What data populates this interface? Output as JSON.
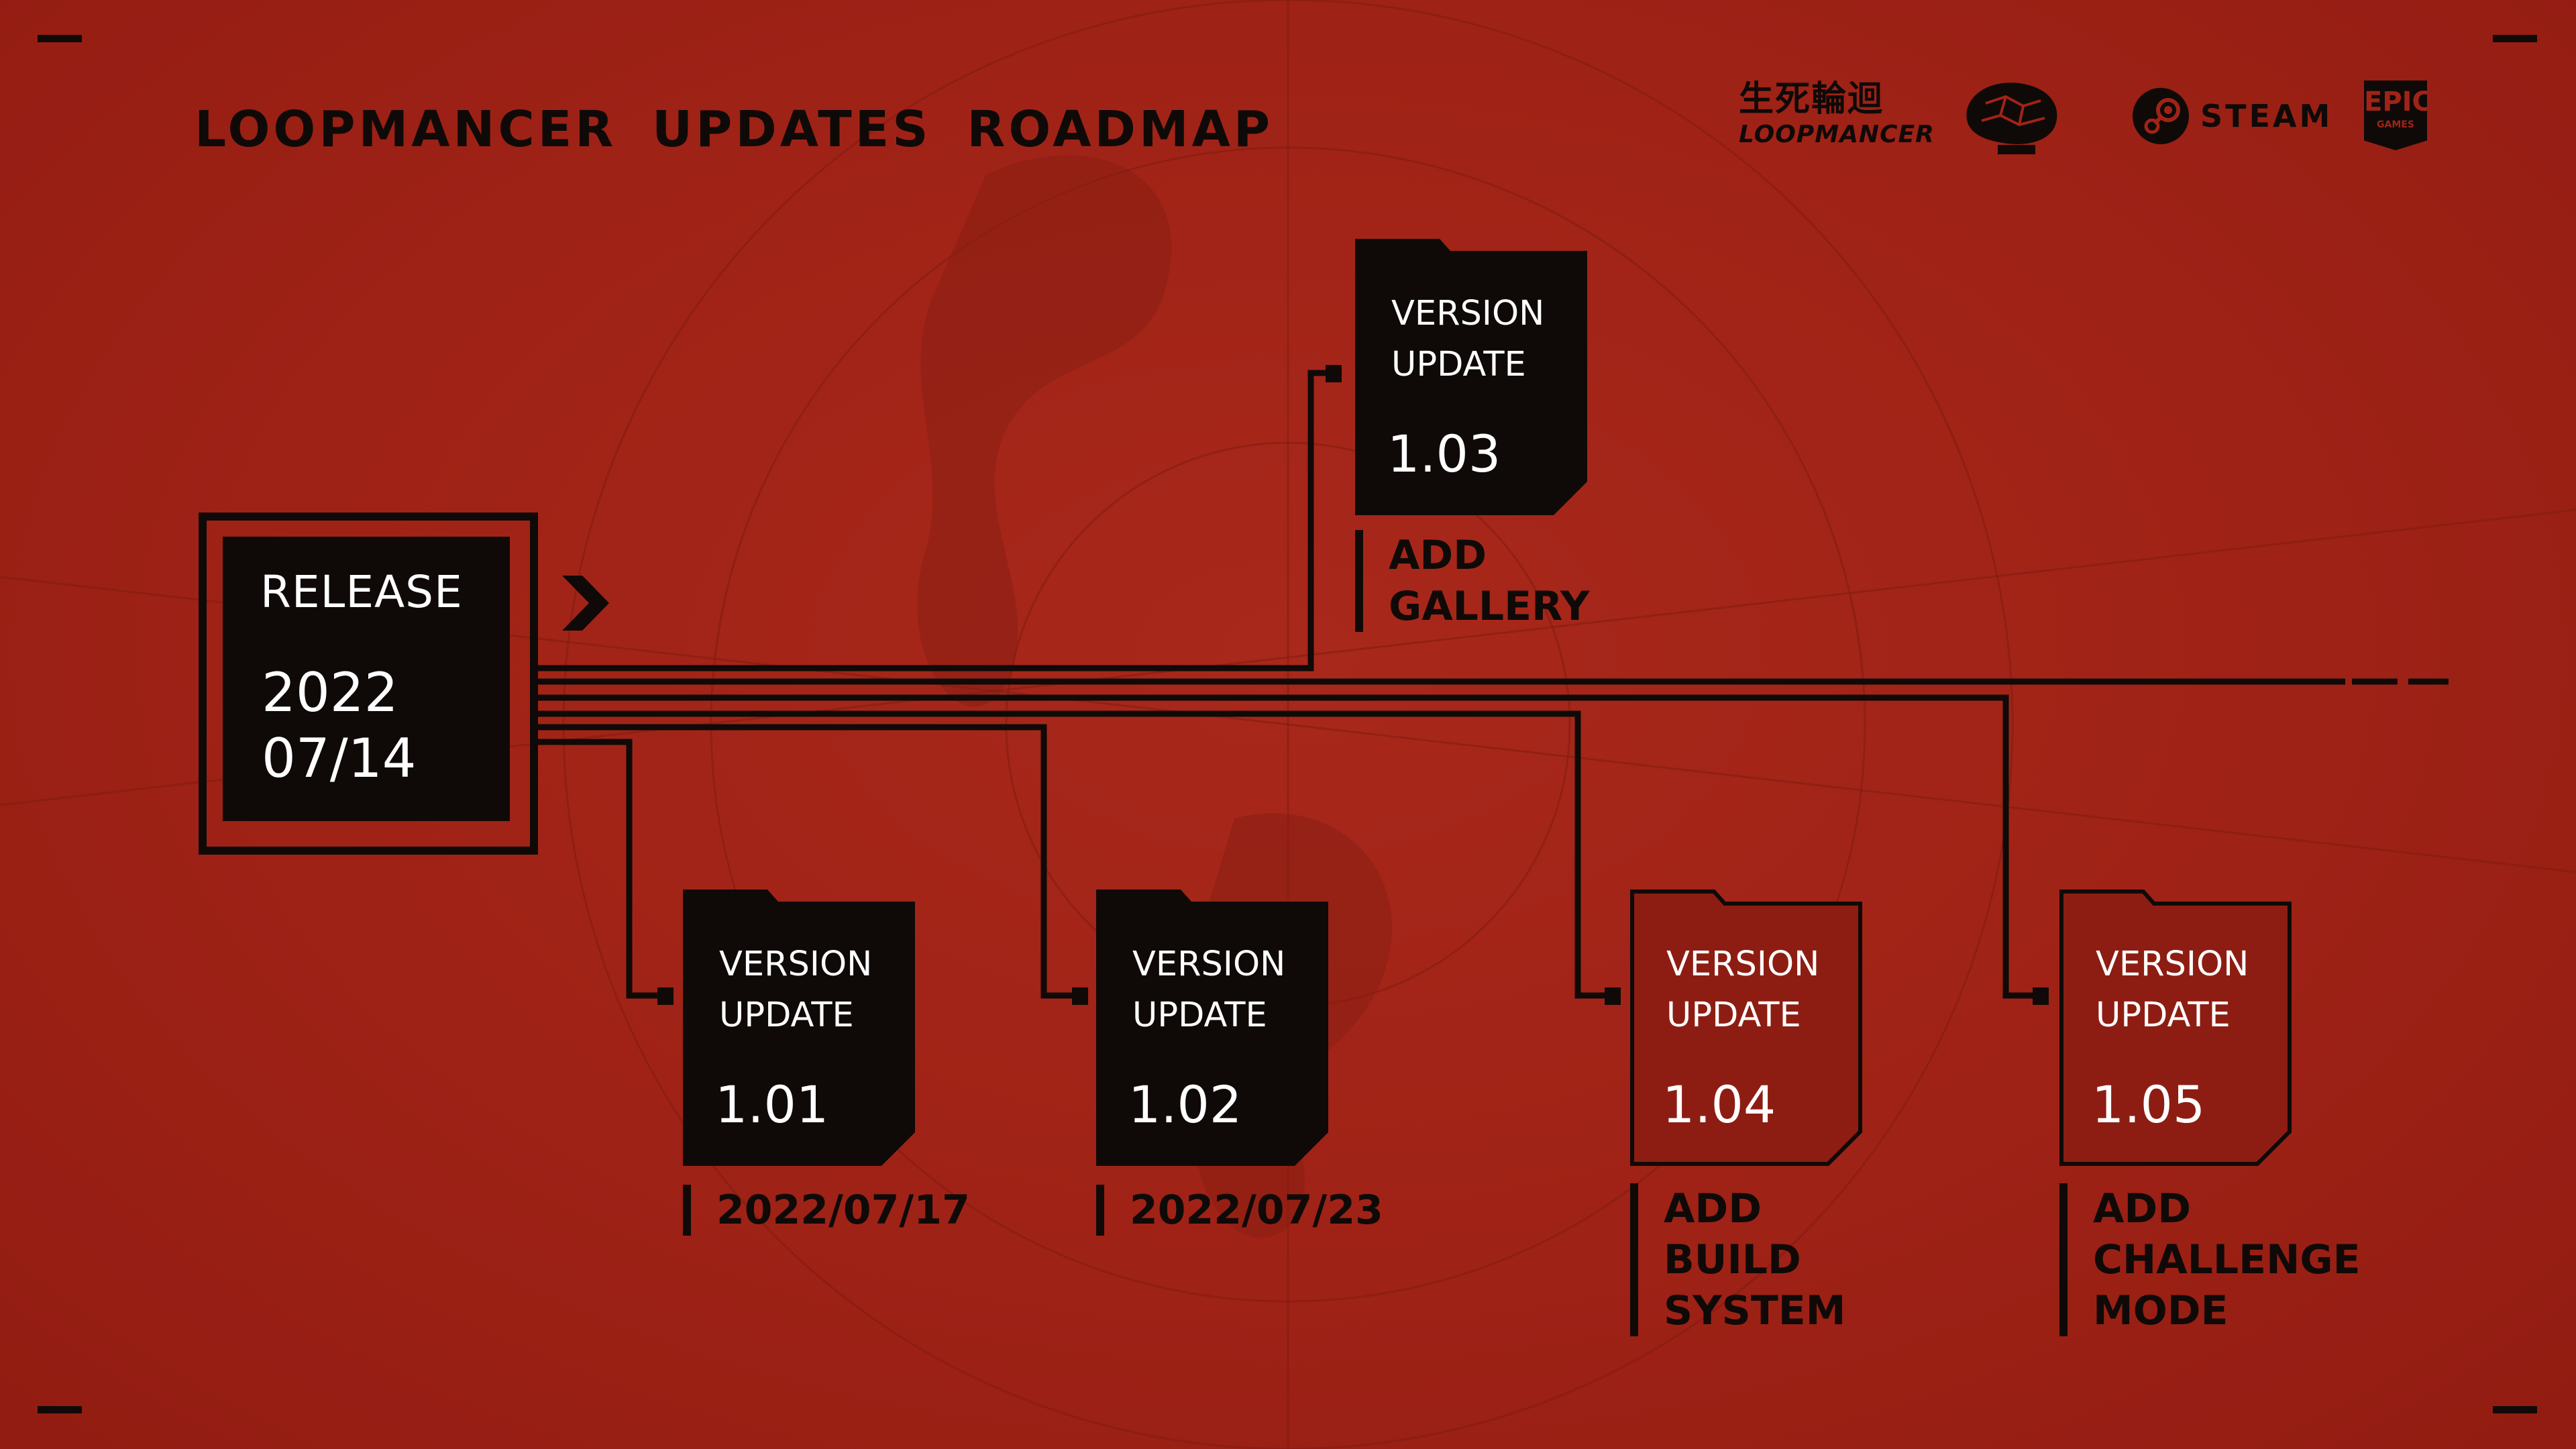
{
  "page": {
    "title": "LOOPMANCER UPDATES ROADMAP",
    "background_color": "#a12317",
    "ink_color": "#0f0a08",
    "future_card_color": "#8d1d12"
  },
  "logos": {
    "loopmancer": {
      "cn": "生死輪迴",
      "en": "LOOPMANCER"
    },
    "ebrain": {
      "icon": "ebrain-studio-logo-icon"
    },
    "steam": {
      "icon": "steam-icon",
      "label": "STEAM"
    },
    "epic": {
      "icon": "epic-games-icon",
      "top": "EPIC",
      "bottom": "GAMES"
    }
  },
  "release": {
    "label": "RELEASE",
    "year": "2022",
    "day": "07/14",
    "arrow_icon": "chevron-right-icon"
  },
  "updates": [
    {
      "line1": "VERSION",
      "line2": "UPDATE",
      "version": "1.01",
      "caption": [
        "2022/07/17"
      ],
      "state": "released"
    },
    {
      "line1": "VERSION",
      "line2": "UPDATE",
      "version": "1.02",
      "caption": [
        "2022/07/23"
      ],
      "state": "released"
    },
    {
      "line1": "VERSION",
      "line2": "UPDATE",
      "version": "1.03",
      "caption": [
        "ADD",
        "GALLERY"
      ],
      "state": "released"
    },
    {
      "line1": "VERSION",
      "line2": "UPDATE",
      "version": "1.04",
      "caption": [
        "ADD",
        "BUILD",
        "SYSTEM"
      ],
      "state": "upcoming"
    },
    {
      "line1": "VERSION",
      "line2": "UPDATE",
      "version": "1.05",
      "caption": [
        "ADD",
        "CHALLENGE",
        "MODE"
      ],
      "state": "upcoming"
    }
  ]
}
